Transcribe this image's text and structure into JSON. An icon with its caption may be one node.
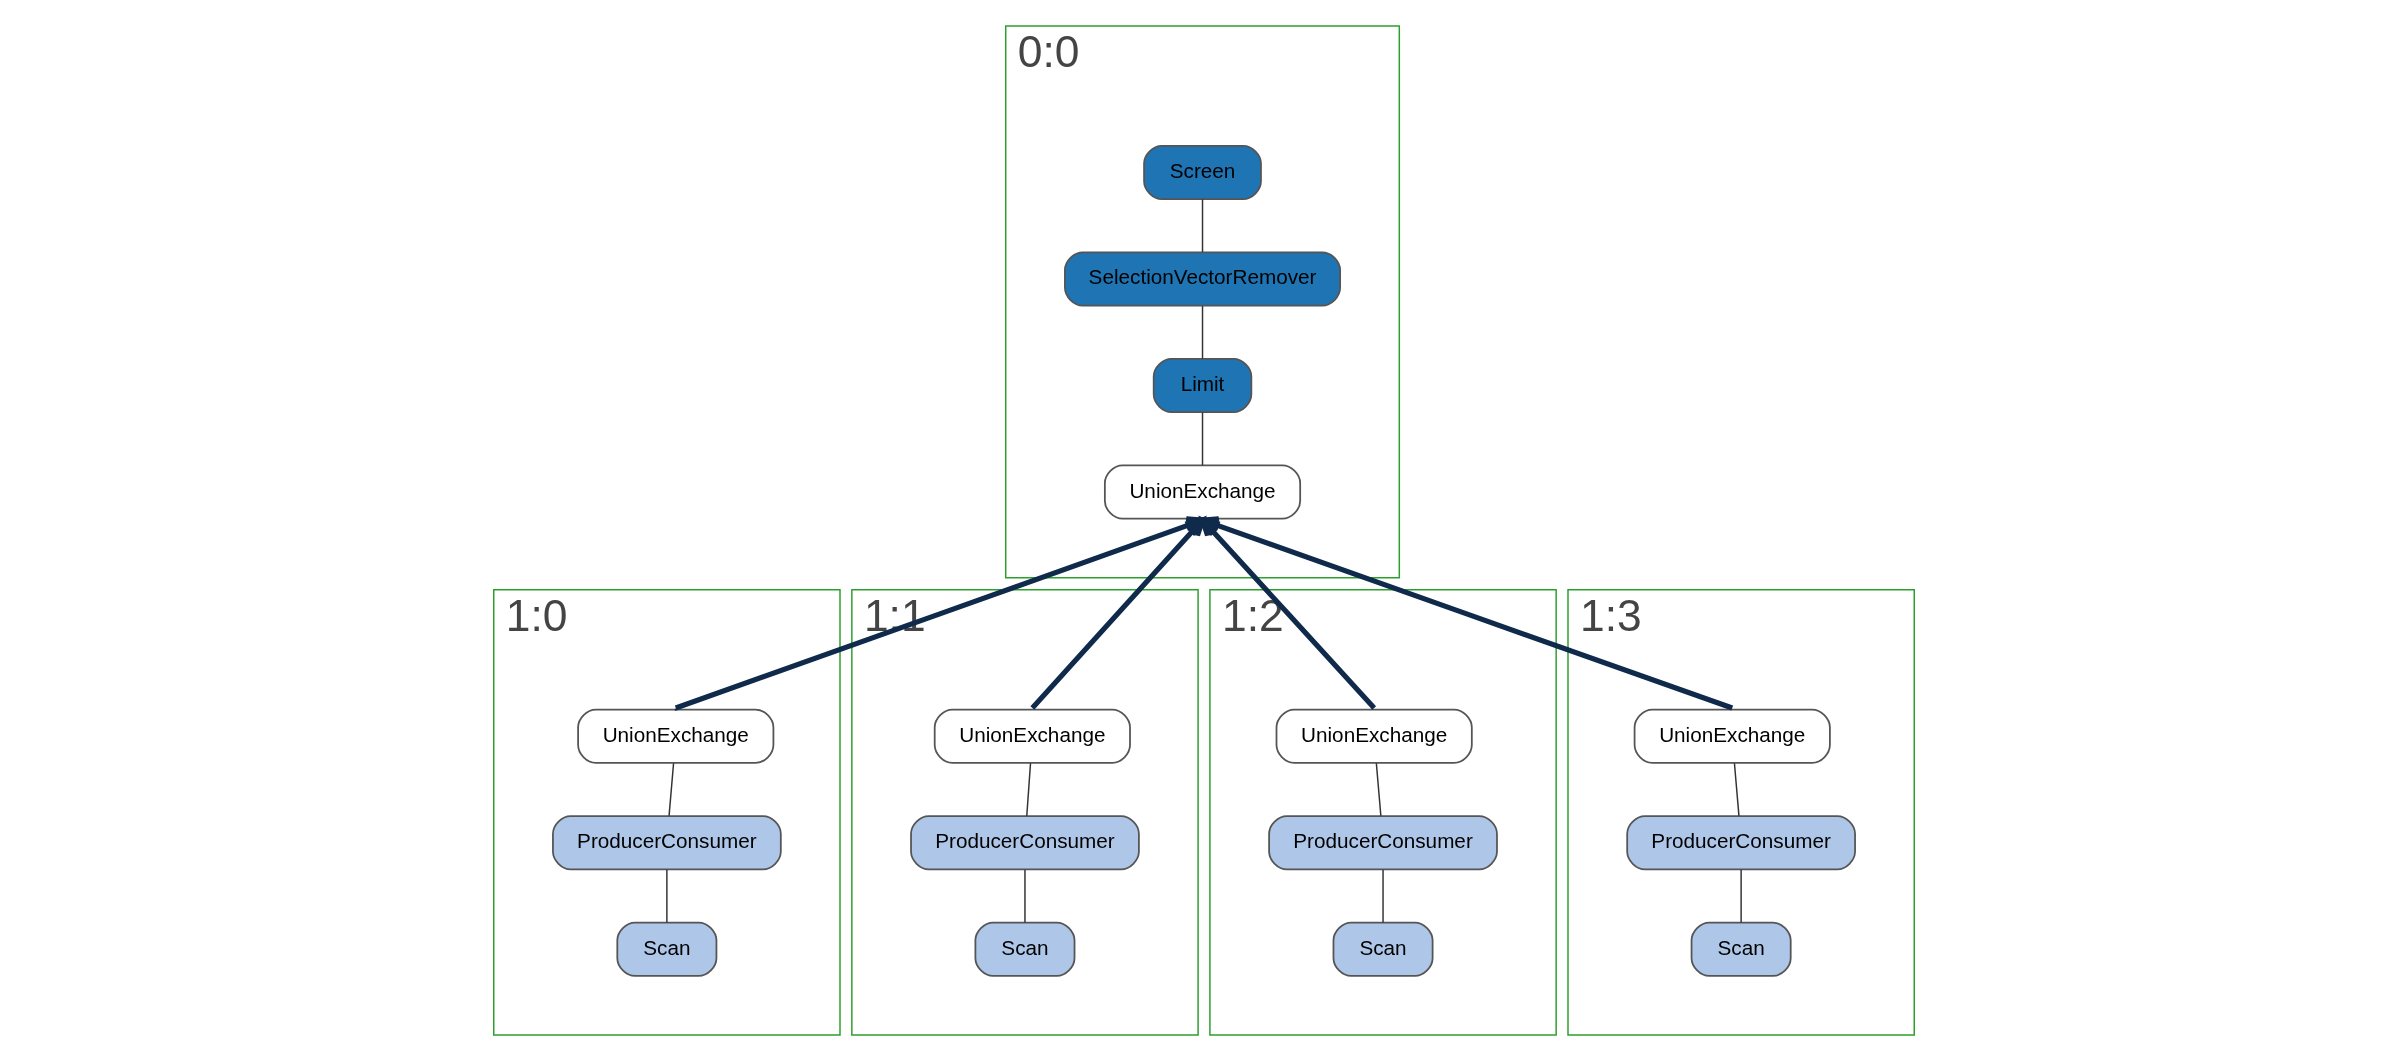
{
  "diagram": {
    "nodes": [
      {
        "text": [
          "0:0"
        ]
      },
      {
        "text": [
          "Screen"
        ],
        "in": 0
      },
      {
        "text": [
          "SelectionVectorRemover"
        ],
        "in": 0
      },
      {
        "text": [
          "Limit"
        ],
        "in": 0
      },
      {
        "text": [
          "UnionExchange"
        ],
        "in": 0
      },
      {
        "text": [
          "1:0"
        ]
      },
      {
        "text": [
          "UnionExchange"
        ],
        "in": 5
      },
      {
        "text": [
          "ProducerConsumer"
        ],
        "in": 5
      },
      {
        "text": [
          "Scan"
        ],
        "in": 5
      },
      {
        "text": [
          "1:1"
        ]
      },
      {
        "text": [
          "UnionExchange"
        ],
        "in": 9
      },
      {
        "text": [
          "ProducerConsumer"
        ],
        "in": 9
      },
      {
        "text": [
          "Scan"
        ],
        "in": 9
      },
      {
        "text": [
          "1:2"
        ]
      },
      {
        "text": [
          "UnionExchange"
        ],
        "in": 13
      },
      {
        "text": [
          "ProducerConsumer"
        ],
        "in": 13
      },
      {
        "text": [
          "Scan"
        ],
        "in": 13
      },
      {
        "text": [
          "1:3"
        ]
      },
      {
        "text": [
          "UnionExchange"
        ],
        "in": 17
      },
      {
        "text": [
          "ProducerConsumer"
        ],
        "in": 17
      },
      {
        "text": [
          "Scan"
        ],
        "in": 17
      }
    ],
    "edges": [
      {
        "from": 1,
        "to": 2,
        "arrow": "none"
      },
      {
        "from": 2,
        "to": 3,
        "arrow": "none"
      },
      {
        "from": 3,
        "to": 4,
        "arrow": "none"
      },
      {
        "from": 6,
        "to": 7,
        "arrow": "none"
      },
      {
        "from": 7,
        "to": 8,
        "arrow": "none"
      },
      {
        "from": 10,
        "to": 11,
        "arrow": "none"
      },
      {
        "from": 11,
        "to": 12,
        "arrow": "none"
      },
      {
        "from": 14,
        "to": 15,
        "arrow": "none"
      },
      {
        "from": 15,
        "to": 16,
        "arrow": "none"
      },
      {
        "from": 18,
        "to": 19,
        "arrow": "none"
      },
      {
        "from": 19,
        "to": 20,
        "arrow": "none"
      },
      {
        "from": 6,
        "to": 4,
        "arrow": "to",
        "style": "thick",
        "color": "#0f2a4a"
      },
      {
        "from": 10,
        "to": 4,
        "arrow": "to",
        "style": "thick",
        "color": "#0f2a4a"
      },
      {
        "from": 14,
        "to": 4,
        "arrow": "to",
        "style": "thick",
        "color": "#0f2a4a"
      },
      {
        "from": 18,
        "to": 4,
        "arrow": "to",
        "style": "thick",
        "color": "#0f2a4a"
      }
    ]
  }
}
